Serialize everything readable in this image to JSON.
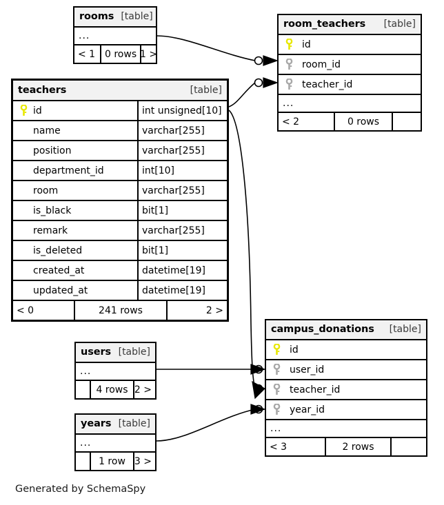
{
  "diagram": {
    "generator_credit": "Generated by SchemaSpy",
    "table_tag": "[table]",
    "ellipsis": "...",
    "colors": {
      "primary_key": "#e8e800",
      "foreign_key": "#a8a8a8",
      "header_bg": "#f2f2f2",
      "border": "#000000",
      "background": "#ffffff"
    }
  },
  "tables": {
    "rooms": {
      "name": "rooms",
      "tag": "[table]",
      "columns": [],
      "ellipsis": "...",
      "footer": {
        "left": "< 1",
        "center": "0 rows",
        "right": "1 >"
      }
    },
    "room_teachers": {
      "name": "room_teachers",
      "tag": "[table]",
      "columns": [
        {
          "name": "id",
          "key": "primary",
          "type": ""
        },
        {
          "name": "room_id",
          "key": "foreign",
          "type": ""
        },
        {
          "name": "teacher_id",
          "key": "foreign",
          "type": ""
        }
      ],
      "ellipsis": "...",
      "footer": {
        "left": "< 2",
        "center": "0 rows",
        "right": ""
      }
    },
    "teachers": {
      "name": "teachers",
      "tag": "[table]",
      "focus": true,
      "columns": [
        {
          "name": "id",
          "key": "primary",
          "type": "int unsigned[10]"
        },
        {
          "name": "name",
          "key": "none",
          "type": "varchar[255]"
        },
        {
          "name": "position",
          "key": "none",
          "type": "varchar[255]"
        },
        {
          "name": "department_id",
          "key": "none",
          "type": "int[10]"
        },
        {
          "name": "room",
          "key": "none",
          "type": "varchar[255]"
        },
        {
          "name": "is_black",
          "key": "none",
          "type": "bit[1]"
        },
        {
          "name": "remark",
          "key": "none",
          "type": "varchar[255]"
        },
        {
          "name": "is_deleted",
          "key": "none",
          "type": "bit[1]"
        },
        {
          "name": "created_at",
          "key": "none",
          "type": "datetime[19]"
        },
        {
          "name": "updated_at",
          "key": "none",
          "type": "datetime[19]"
        }
      ],
      "footer": {
        "left": "< 0",
        "center": "241 rows",
        "right": "2 >"
      }
    },
    "campus_donations": {
      "name": "campus_donations",
      "tag": "[table]",
      "columns": [
        {
          "name": "id",
          "key": "primary",
          "type": ""
        },
        {
          "name": "user_id",
          "key": "foreign",
          "type": ""
        },
        {
          "name": "teacher_id",
          "key": "foreign",
          "type": ""
        },
        {
          "name": "year_id",
          "key": "foreign",
          "type": ""
        }
      ],
      "ellipsis": "...",
      "footer": {
        "left": "< 3",
        "center": "2 rows",
        "right": ""
      }
    },
    "users": {
      "name": "users",
      "tag": "[table]",
      "columns": [],
      "ellipsis": "...",
      "footer": {
        "left": "",
        "center": "4 rows",
        "right": "2 >"
      }
    },
    "years": {
      "name": "years",
      "tag": "[table]",
      "columns": [],
      "ellipsis": "...",
      "footer": {
        "left": "",
        "center": "1 row",
        "right": "3 >"
      }
    }
  },
  "relationships": [
    {
      "from": "rooms",
      "to": "room_teachers.room_id",
      "cardinality": "zero-or-many"
    },
    {
      "from": "teachers",
      "to": "room_teachers.teacher_id",
      "cardinality": "zero-or-many"
    },
    {
      "from": "users",
      "to": "campus_donations.user_id",
      "cardinality": "zero-or-many"
    },
    {
      "from": "teachers",
      "to": "campus_donations.teacher_id",
      "cardinality": "zero-or-many"
    },
    {
      "from": "years",
      "to": "campus_donations.year_id",
      "cardinality": "zero-or-many"
    }
  ]
}
